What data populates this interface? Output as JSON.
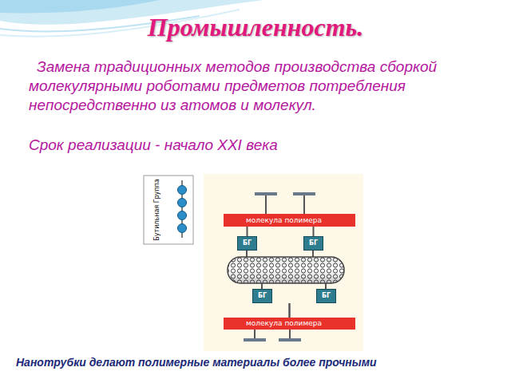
{
  "diagram": {
    "title": "Промышленность.",
    "caption": "Нанотрубки делают полимерные материалы более прочными",
    "nodes": [
      {
        "text": [
          "Бутильная Группа"
        ]
      },
      {
        "text": [
          "молекула полимера"
        ]
      },
      {
        "text": [
          "БГ"
        ]
      },
      {
        "text": [
          "БГ"
        ]
      },
      {
        "text": [
          "БГ"
        ]
      },
      {
        "text": [
          "БГ"
        ]
      },
      {
        "text": [
          "молекула полимера"
        ]
      }
    ],
    "edges": [
      {
        "from": 1,
        "to": 2,
        "arrow": "none"
      },
      {
        "from": 1,
        "to": 3,
        "arrow": "none"
      },
      {
        "from": 4,
        "to": 6,
        "arrow": "none"
      },
      {
        "from": 5,
        "to": 6,
        "arrow": "none"
      }
    ],
    "labels": [
      "Замена традиционных методов производства сборкой молекулярными роботами предметов потребления непосредственно из атомов и молекул.",
      "Срок реализации - начало XXI века"
    ]
  }
}
